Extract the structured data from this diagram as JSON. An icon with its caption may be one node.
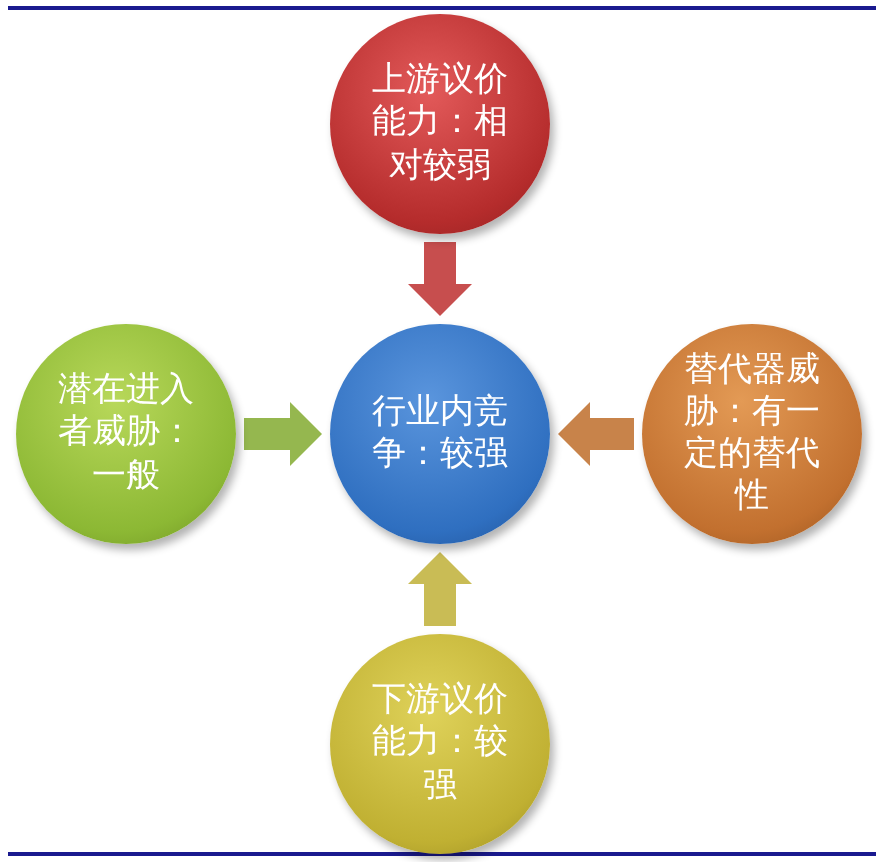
{
  "diagram": {
    "nodes": [
      {
        "text": [
          "上游议价能力：相对较弱"
        ]
      },
      {
        "text": [
          "潜在进入者威胁：一般"
        ]
      },
      {
        "text": [
          "行业内竞争：较强"
        ]
      },
      {
        "text": [
          "替代器威胁：有一定的替代性"
        ]
      },
      {
        "text": [
          "下游议价能力：较强"
        ]
      }
    ],
    "edges": [
      {
        "from": 0,
        "to": 2,
        "arrow": "to",
        "color": "#c74e4e"
      },
      {
        "from": 1,
        "to": 2,
        "arrow": "to",
        "color": "#95b74f"
      },
      {
        "from": 3,
        "to": 2,
        "arrow": "to",
        "color": "#c8834a"
      },
      {
        "from": 4,
        "to": 2,
        "arrow": "to",
        "color": "#c9bc55"
      }
    ]
  }
}
